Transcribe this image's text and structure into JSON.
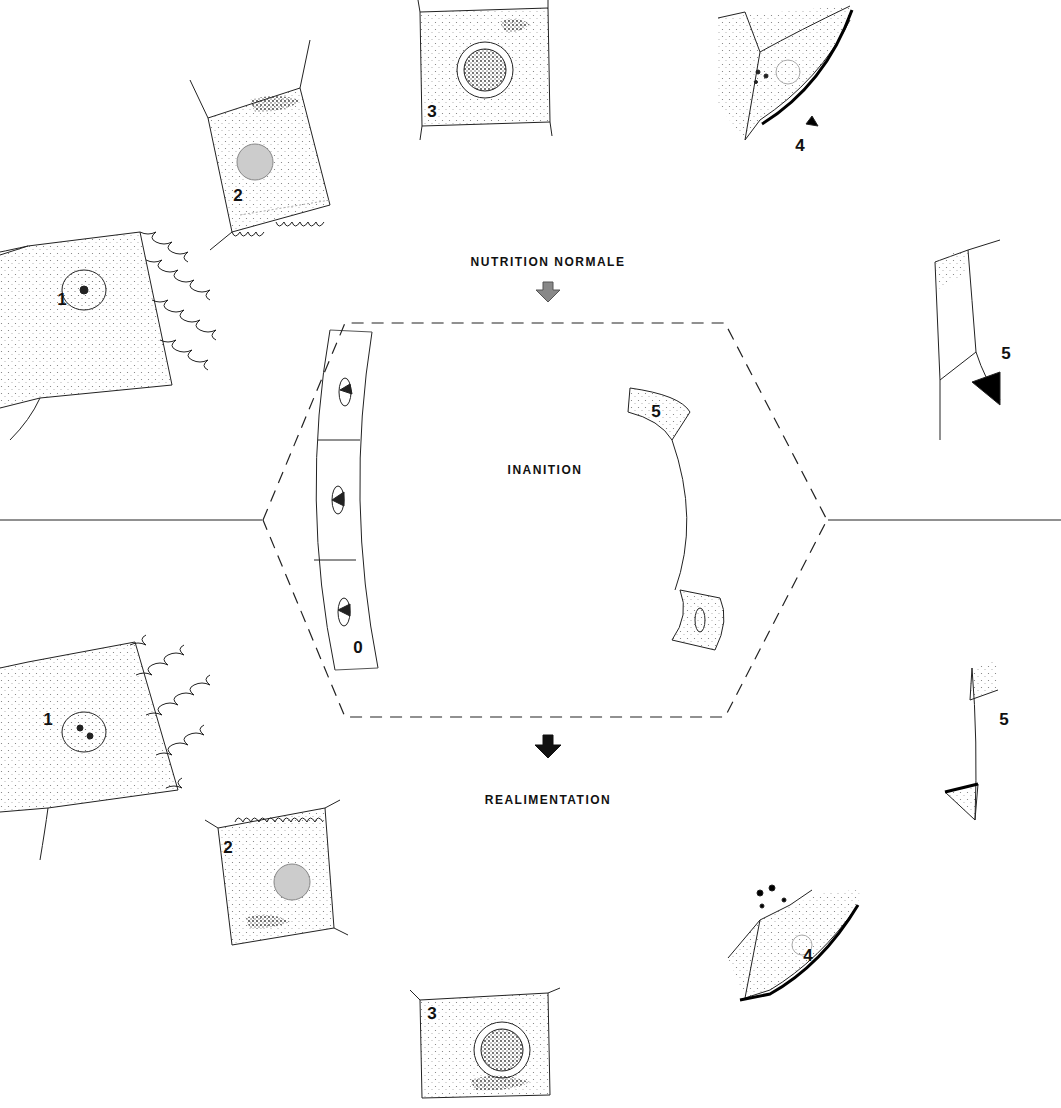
{
  "diagram": {
    "nodes": [
      {
        "text": [
          "INANITION"
        ]
      }
    ],
    "labels": [
      "1",
      "2",
      "3",
      "4",
      "5",
      "NUTRITION NORMALE",
      "0",
      "5",
      "1",
      "2",
      "REALIMENTATION",
      "3",
      "4",
      "5"
    ]
  }
}
